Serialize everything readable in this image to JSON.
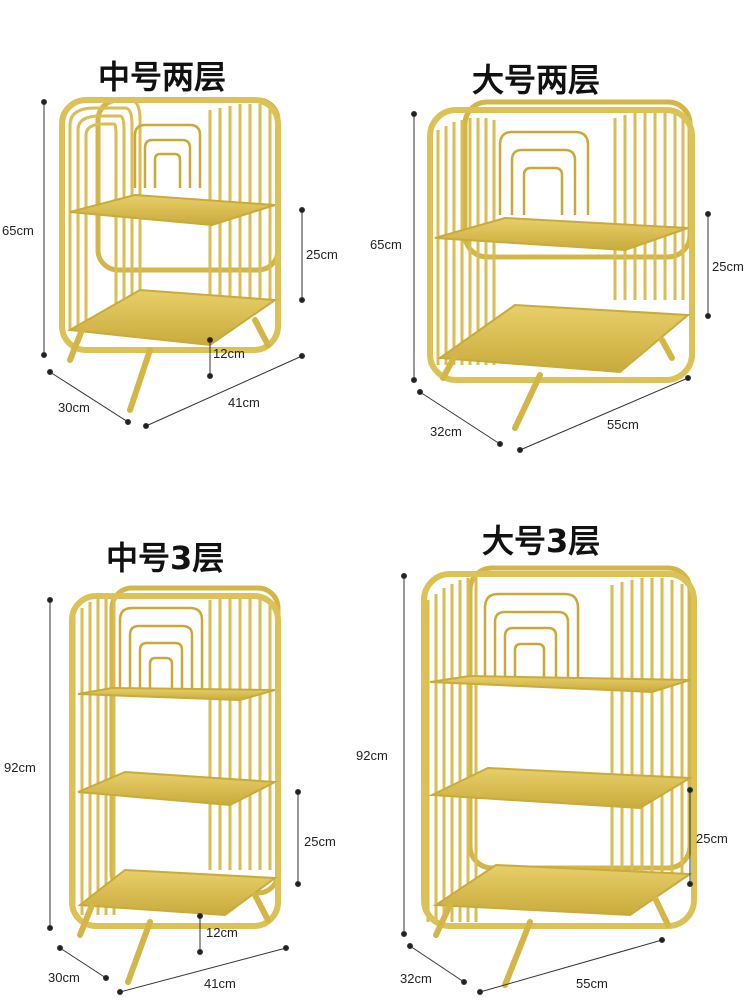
{
  "colors": {
    "gold": "#e0c560",
    "gold_dark": "#b89a2e",
    "gold_light": "#f2e08c"
  },
  "products": [
    {
      "title": "中号两层",
      "height": "65cm",
      "shelf_gap": "25cm",
      "leg": "12cm",
      "depth": "30cm",
      "width": "41cm"
    },
    {
      "title": "大号两层",
      "height": "65cm",
      "shelf_gap": "25cm",
      "depth": "32cm",
      "width": "55cm"
    },
    {
      "title": "中号3层",
      "height": "92cm",
      "shelf_gap": "25cm",
      "leg": "12cm",
      "depth": "30cm",
      "width": "41cm"
    },
    {
      "title": "大号3层",
      "height": "92cm",
      "shelf_gap": "25cm",
      "depth": "32cm",
      "width": "55cm"
    }
  ]
}
